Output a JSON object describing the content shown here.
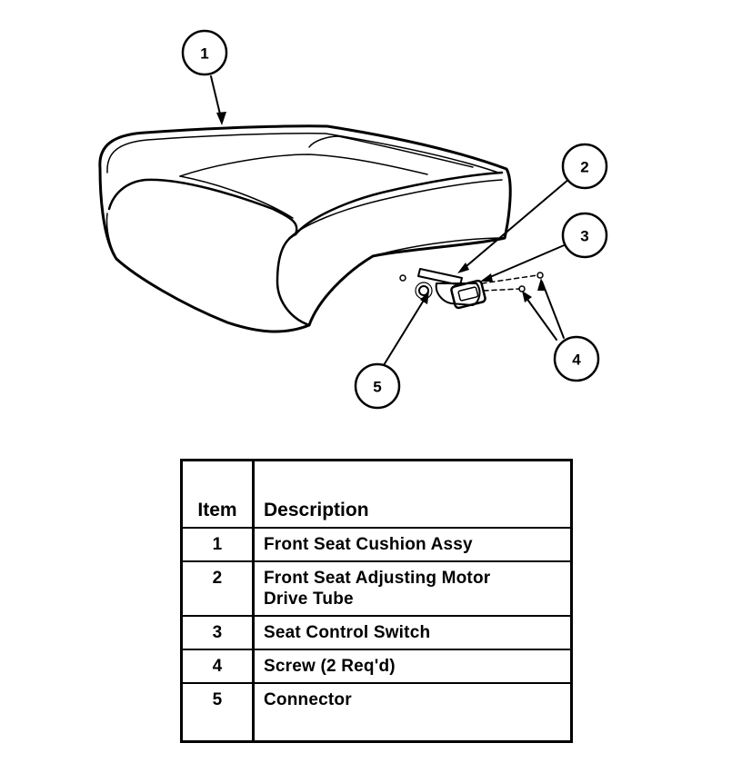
{
  "callouts": [
    "1",
    "2",
    "3",
    "4",
    "5"
  ],
  "table": {
    "headers": {
      "item": "Item",
      "description": "Description"
    },
    "rows": [
      {
        "item": "1",
        "description": "Front Seat Cushion Assy"
      },
      {
        "item": "2",
        "description_line1": "Front Seat Adjusting Motor",
        "description_line2": "Drive Tube"
      },
      {
        "item": "3",
        "description": "Seat Control Switch"
      },
      {
        "item": "4",
        "description": "Screw (2 Req'd)"
      },
      {
        "item": "5",
        "description": "Connector"
      }
    ]
  }
}
